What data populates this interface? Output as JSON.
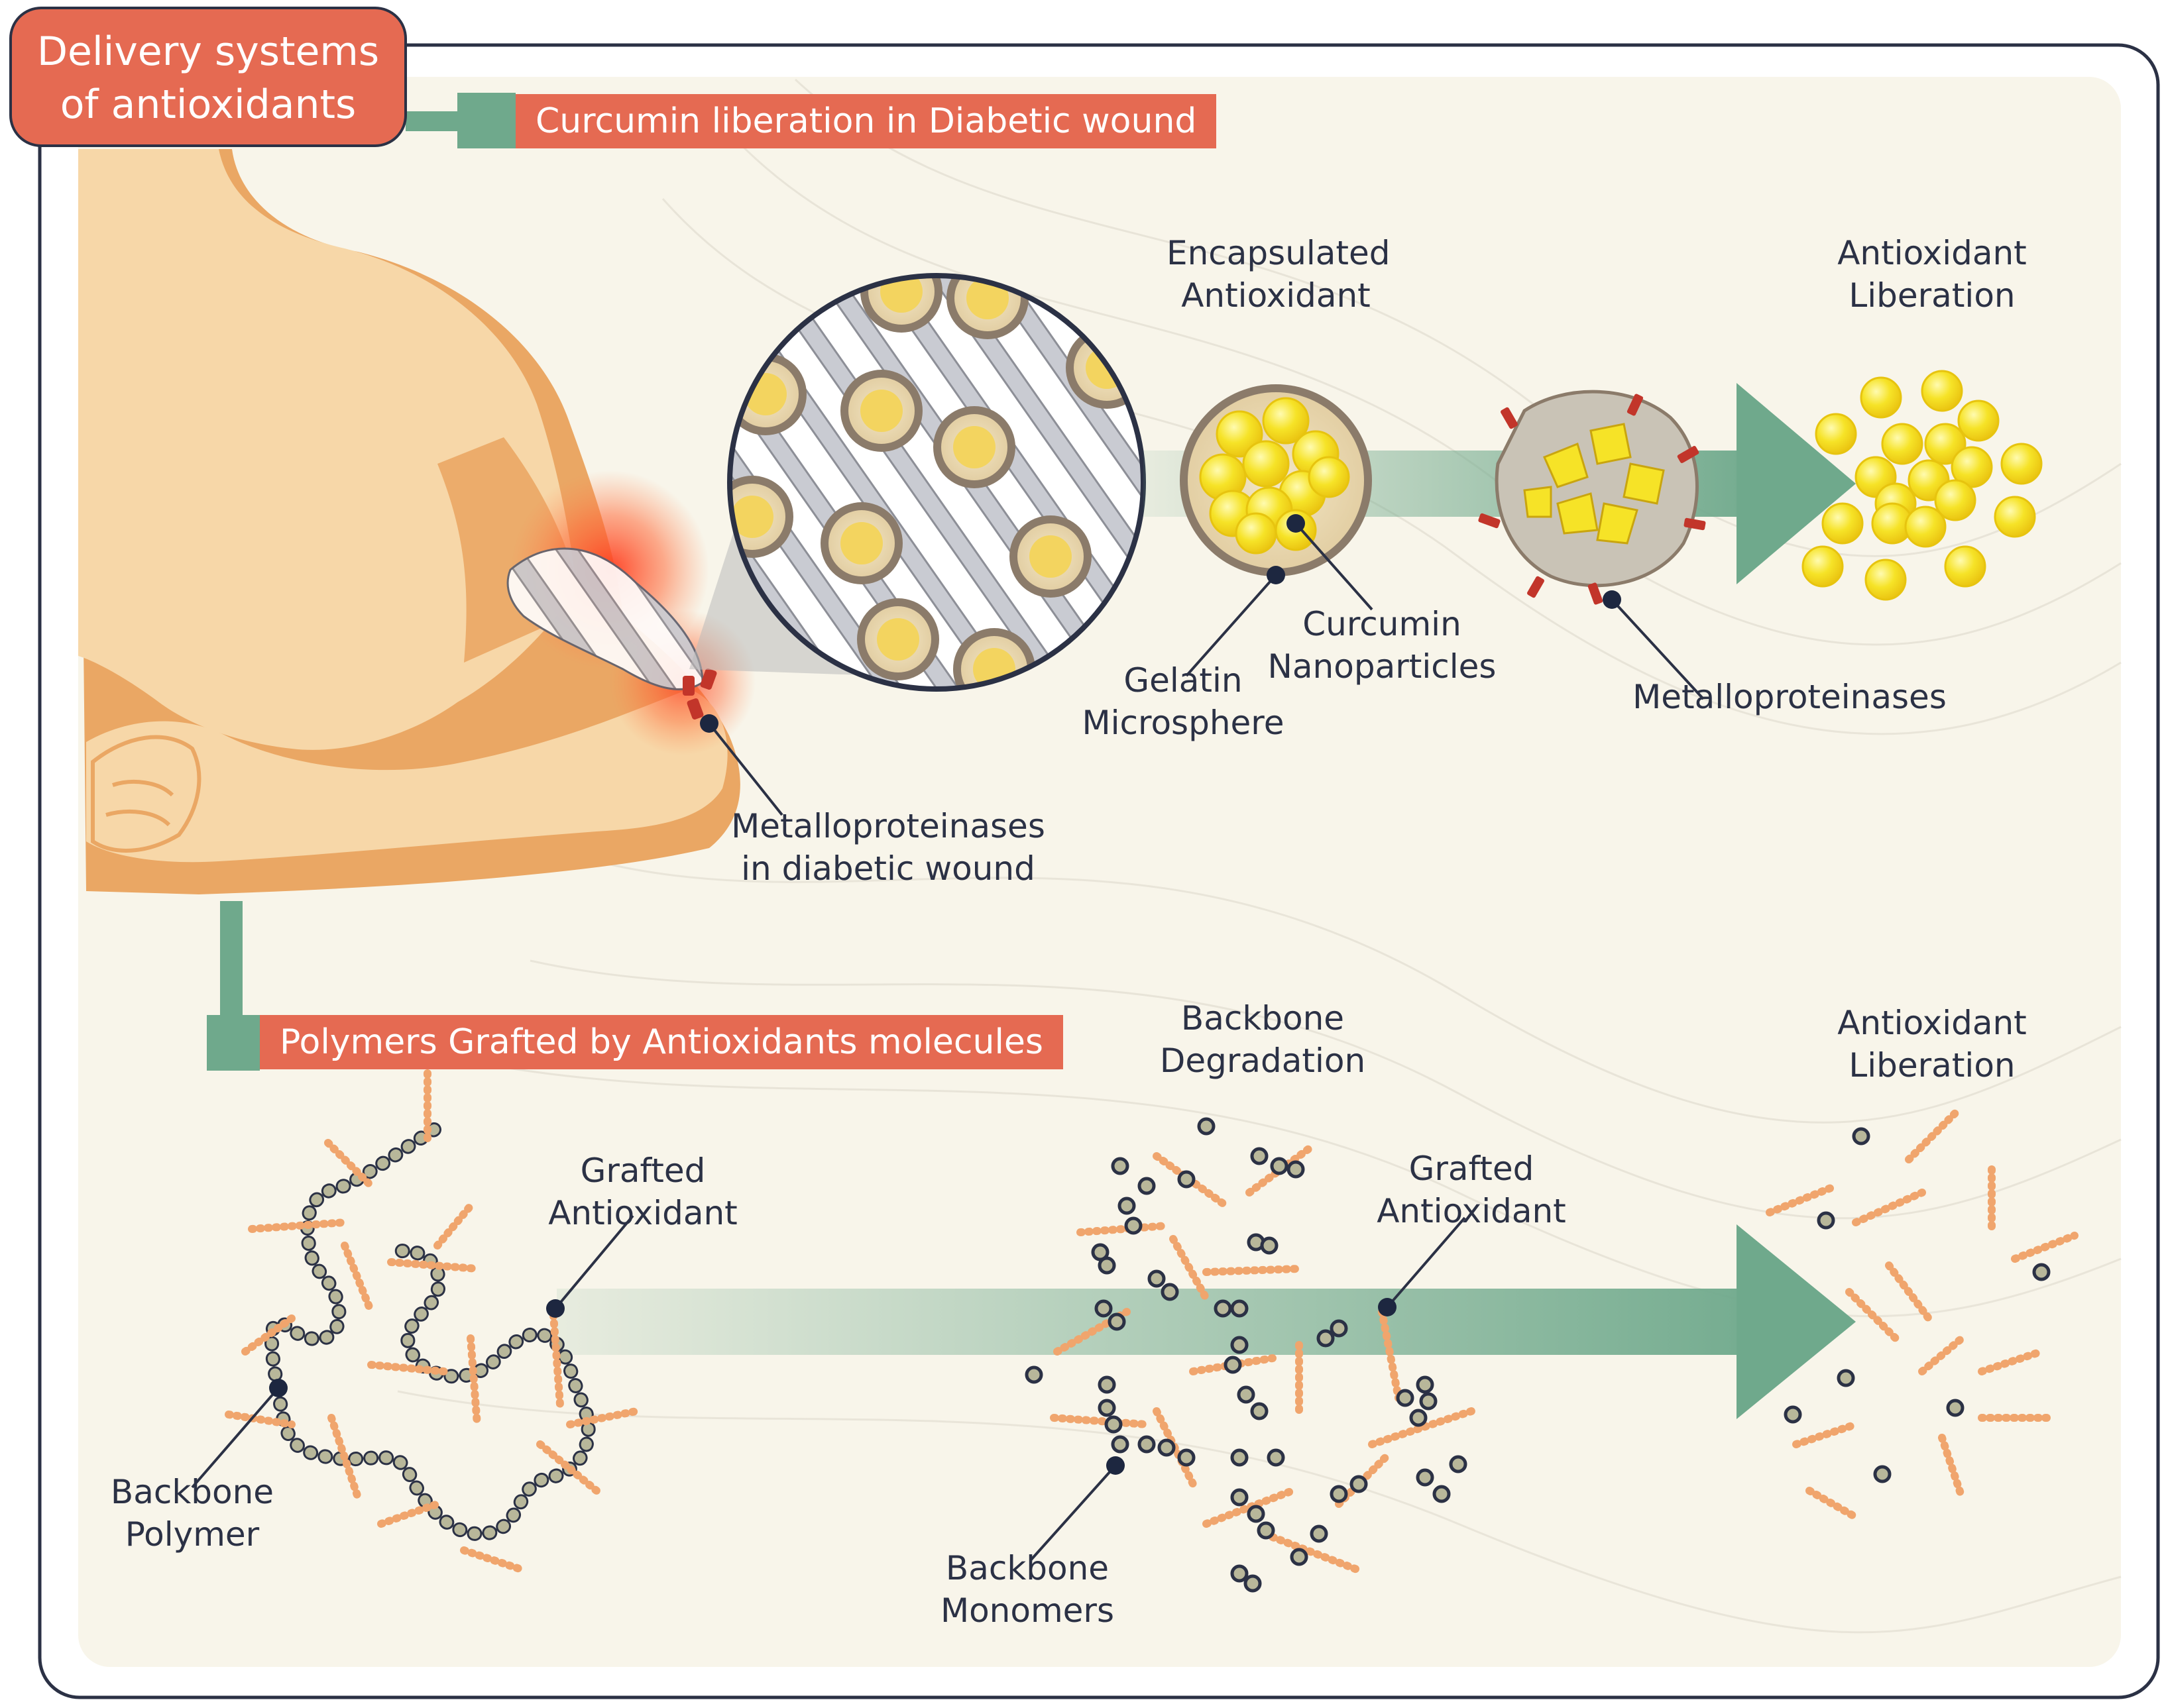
{
  "title": {
    "line1": "Delivery systems",
    "line2": "of antioxidants"
  },
  "banners": {
    "top": "Curcumin liberation in Diabetic wound",
    "bottom": "Polymers Grafted by Antioxidants molecules"
  },
  "labels": {
    "encapsulated": "Encapsulated\nAntioxidant",
    "liberation_top": "Antioxidant\nLiberation",
    "curcumin": "Curcumin\nNanoparticles",
    "gelatin": "Gelatin\nMicrosphere",
    "mmp_right": "Metalloproteinases",
    "mmp_wound": "Metalloproteinases\nin diabetic wound",
    "backbone_degradation": "Backbone\nDegradation",
    "liberation_bottom": "Antioxidant\nLiberation",
    "grafted_left": "Grafted\nAntioxidant",
    "grafted_right": "Grafted\nAntioxidant",
    "backbone_polymer": "Backbone\nPolymer",
    "backbone_monomers": "Backbone\nMonomers"
  },
  "colors": {
    "accent": "#e56a52",
    "teal": "#6fa98c",
    "skin": "#f7d7a8",
    "skin_shadow": "#eaa764",
    "ink": "#2b3145",
    "bead": "#b8b79a",
    "graft": "#f0a56d",
    "yellow": "#f6e327",
    "panel": "#f8f5ea"
  }
}
